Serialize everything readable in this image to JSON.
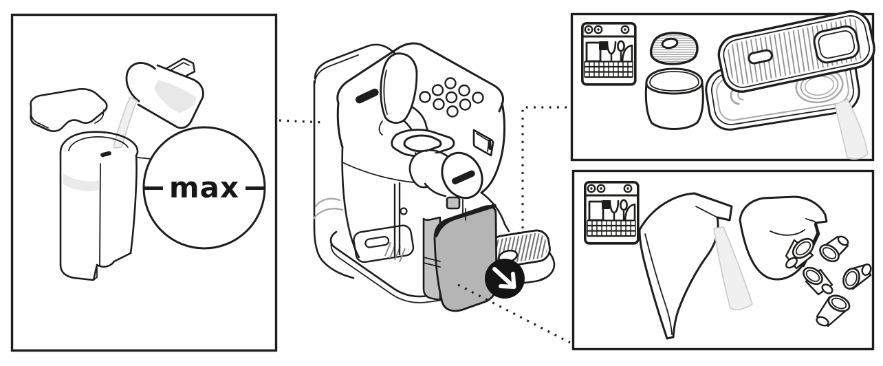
{
  "illustration": {
    "type": "coffee-machine-cleaning-instructions",
    "labels": {
      "max": "max"
    },
    "colors": {
      "background": "#ffffff",
      "line": "#1d1d1b",
      "panel_border": "#1d1d1b",
      "highlight_fill": "#b5b5b5",
      "highlight_flange_fill": "#c2c2c2",
      "badge_background": "#141414",
      "badge_arrow": "#ffffff",
      "detail_gray": "#a9a9a9",
      "water_gray": "#f0f0f0"
    },
    "panels": {
      "left": {
        "name": "fill-water-tank",
        "icons": [
          "tank-lid-icon",
          "measuring-jug-icon",
          "water-stream-icon",
          "water-tank-icon",
          "max-level-circle-icon"
        ],
        "callout": {
          "text": "max"
        }
      },
      "center": {
        "name": "machine-overview",
        "icons": [
          "coffee-machine-icon",
          "control-buttons-icon",
          "capsule-lid-icon",
          "milk-frother-icon",
          "drip-grid-icon",
          "removable-cup-support-highlight",
          "remove-arrow-badge-icon"
        ]
      },
      "top_right": {
        "name": "rinse-drip-tray-parts",
        "icons": [
          "dishwasher-safe-icon",
          "cup-support-grid-icon",
          "cleaning-cup-icon",
          "drip-tray-grill-icon",
          "water-stream-icon"
        ]
      },
      "bottom_right": {
        "name": "rinse-cover-and-capsule-container",
        "icons": [
          "dishwasher-safe-icon",
          "machine-cover-icon",
          "capsule-container-icon",
          "used-capsule-icon",
          "water-stream-icon"
        ]
      }
    },
    "connectors": [
      "dotted-line-left",
      "dotted-line-top-right",
      "dotted-line-bottom-right"
    ]
  }
}
